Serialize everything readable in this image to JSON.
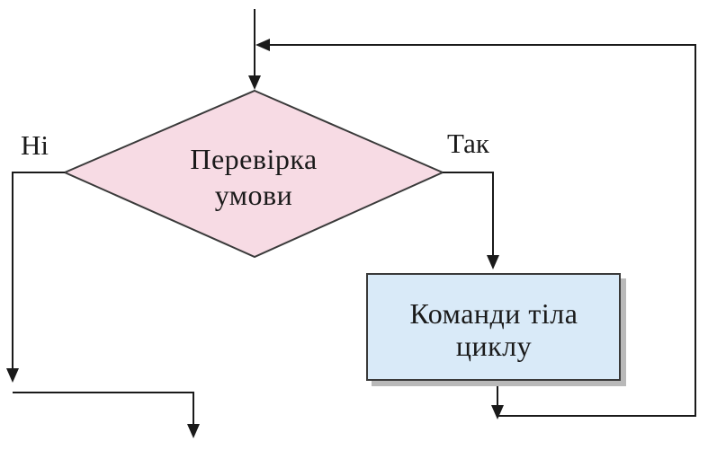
{
  "diagram": {
    "decision": {
      "line1": "Перевірка",
      "line2": "умови",
      "fill": "#f7dbe4",
      "stroke": "#3a3a3a"
    },
    "process": {
      "line1": "Команди тіла",
      "line2": "циклу",
      "fill": "#d9eaf8",
      "stroke": "#3a3a3a",
      "shadow": "#b9b9b9"
    },
    "branches": {
      "no_label": "Ні",
      "yes_label": "Так"
    }
  }
}
